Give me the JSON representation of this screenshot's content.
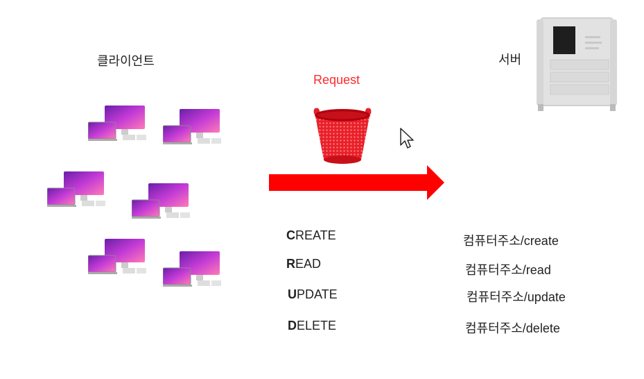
{
  "client": {
    "label": "클라이언트"
  },
  "server": {
    "label": "서버"
  },
  "request": {
    "label": "Request"
  },
  "operations": [
    {
      "initial": "C",
      "rest": "REATE",
      "url": "컴퓨터주소/create"
    },
    {
      "initial": "R",
      "rest": "EAD",
      "url": "컴퓨터주소/read"
    },
    {
      "initial": "U",
      "rest": "PDATE",
      "url": "컴퓨터주소/update"
    },
    {
      "initial": "D",
      "rest": "ELETE",
      "url": "컴퓨터주소/delete"
    }
  ],
  "colors": {
    "arrow": "#ff0000",
    "request_text": "#ff2a2a",
    "basket": "#e8202a"
  },
  "icons": {
    "device": "imac-macbook-icon",
    "server": "server-tower-icon",
    "basket": "basket-icon",
    "cursor": "mouse-cursor-icon",
    "arrow": "arrow-right-icon"
  }
}
